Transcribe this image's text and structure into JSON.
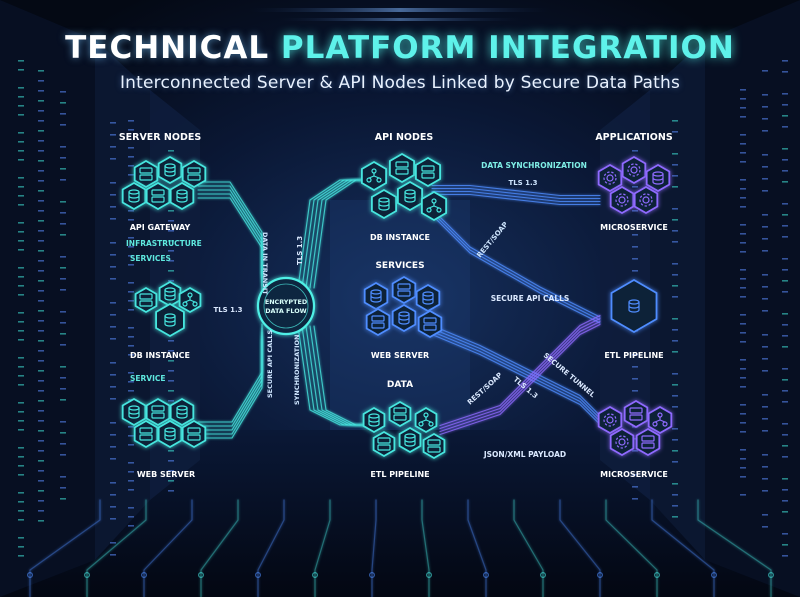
{
  "title": {
    "part1": "TECHNICAL",
    "part2": "PLATFORM INTEGRATION"
  },
  "subtitle": "Interconnected Server & API Nodes Linked by Secure Data Paths",
  "columns": {
    "server_nodes": "SERVER NODES",
    "api_nodes": "API NODES",
    "applications": "APPLICATIONS"
  },
  "sections": {
    "infrastructure": "INFRASTRUCTURE",
    "services_left": "SERVICES",
    "service": "SERVICE",
    "services_center": "SERVICES",
    "data": "DATA"
  },
  "clusters": {
    "api_gateway": "API GATEWAY",
    "db_instance_left": "DB INSTANCE",
    "web_server_left": "WEB SERVER",
    "db_instance_center": "DB INSTANCE",
    "web_server_center": "WEB SERVER",
    "etl_pipeline_center": "ETL PIPELINE",
    "microservice_top": "MICROSERVICE",
    "etl_pipeline_right": "ETL PIPELINE",
    "microservice_bottom": "MICROSERVICE"
  },
  "hub": {
    "line1": "ENCRYPTED",
    "line2": "DATA FLOW"
  },
  "paths": {
    "data_sync": "DATA SYNCHRONIZATION",
    "tls_top": "TLS 1.3",
    "rest_soap_top": "REST/SOAP",
    "secure_api_calls": "SECURE API CALLS",
    "secure_tunnel": "SECURE TUNNEL",
    "tls_right": "TLS 1.3",
    "rest_soap_bottom": "REST/SOAP",
    "json_xml": "JSON/XML PAYLOAD",
    "tls_left": "TLS 1.3",
    "tls_vertical": "TLS 1.3",
    "data_in_transit": "DATA IN TRANSIT",
    "secure_api_calls_vertical": "SECURE API CALLS",
    "synchronization_vertical": "SYNCHRONIZATION"
  },
  "colors": {
    "teal": "#46e6df",
    "blue": "#4f8dff",
    "violet": "#8f6bff",
    "bg": "#050b1a"
  }
}
